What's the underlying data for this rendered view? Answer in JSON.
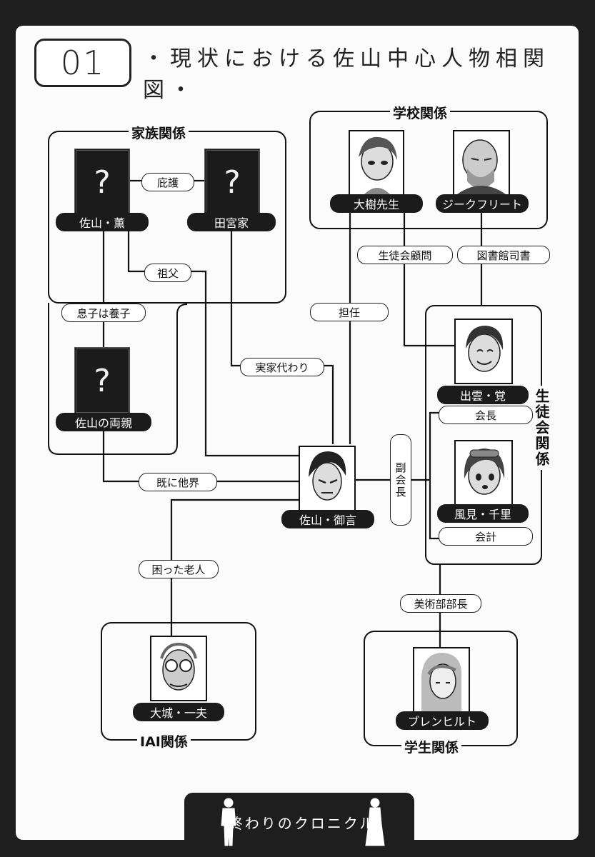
{
  "header": {
    "chapter_number": "01",
    "title": "・現状における佐山中心人物相関図・"
  },
  "groups": {
    "family": "家族関係",
    "school": "学校関係",
    "student_council": "生徒会関係",
    "iai": "IAI関係",
    "student": "学生関係"
  },
  "characters": {
    "sayama_kaoru": "佐山・薫",
    "tamiya_family": "田宮家",
    "sayama_parents": "佐山の両親",
    "ooki_sensei": "大樹先生",
    "siegfried": "ジークフリート",
    "izumo_kaku": "出雲・覚",
    "kazami_chisato": "風見・千里",
    "sayama_mikoto": "佐山・御言",
    "ooshiro_kazuo": "大城・一夫",
    "brunhild": "ブレンヒルト"
  },
  "placeholder_symbol": "?",
  "relations": {
    "protection": "庇護",
    "grandfather": "祖父",
    "adopted_son": "息子は養子",
    "parents_substitute": "実家代わり",
    "already_passed": "既に他界",
    "homeroom": "担任",
    "council_advisor": "生徒会顧問",
    "librarian": "図書館司書",
    "president": "会長",
    "vice_president": "副会長",
    "treasurer": "会計",
    "troubled_old_man": "困った老人",
    "art_club_head": "美術部部長"
  },
  "footer": {
    "series_title": "終わりのクロニクル"
  }
}
